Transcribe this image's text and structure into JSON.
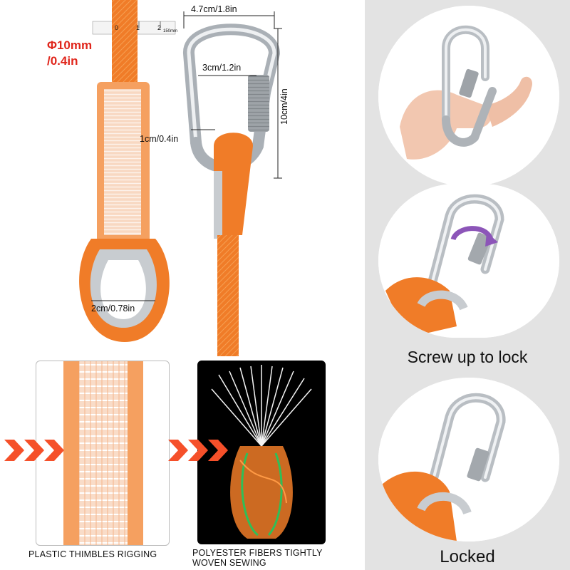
{
  "diameter": {
    "line1": "Φ10mm",
    "line2": "/0.4in"
  },
  "ruler": {
    "marks": [
      "0",
      "1",
      "2"
    ],
    "unit": "150mm"
  },
  "dimensions": {
    "hook_width": "4.7cm/1.8in",
    "hook_inner": "3cm/1.2in",
    "hook_height": "10cm/4in",
    "hook_wire": "1cm/0.4in",
    "thimble": "2cm/0.78in"
  },
  "captions": {
    "screw_lock": "Screw up to lock",
    "locked": "Locked",
    "thimbles": "PLASTIC THIMBLES RIGGING",
    "fibers_line1": "POLYESTER FIBERS TIGHTLY",
    "fibers_line2": "WOVEN SEWING"
  },
  "colors": {
    "rope_orange": "#f07c28",
    "diameter_red": "#e0261c",
    "arrow_orange": "#f5502a",
    "panel_gray": "#e3e3e3",
    "steel": "#c8ccd0"
  },
  "icons": [
    "rotate-arrow-icon",
    "chevron-arrows-icon"
  ]
}
